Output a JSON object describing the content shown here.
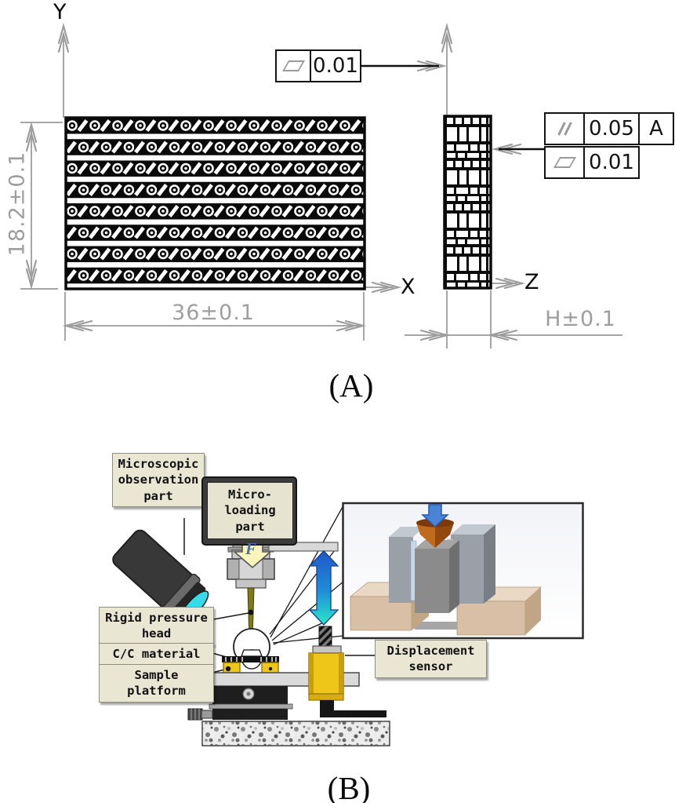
{
  "figure": {
    "panel_a": {
      "caption": "(A)",
      "axis_labels": {
        "x": "X",
        "y": "Y",
        "z": "Z"
      },
      "dimensions": {
        "height": "18.2±0.1",
        "width": "36±0.1",
        "thickness": "H±0.1"
      },
      "tolerance_frames": {
        "top_flatness_value": "0.01",
        "side_parallelism_value": "0.05",
        "side_parallelism_datum": "A",
        "side_flatness_value": "0.01"
      }
    },
    "panel_b": {
      "caption": "(B)",
      "force_label": "F",
      "labels": {
        "microscopic_observation": [
          "Microscopic",
          "observation",
          "part"
        ],
        "micro_loading": [
          "Micro-",
          "loading",
          "part"
        ],
        "rigid_pressure_head": [
          "Rigid pressure",
          "head"
        ],
        "cc_material": [
          "C/C material"
        ],
        "sample_platform": [
          "Sample",
          "platform"
        ],
        "displacement_sensor": [
          "Displacement",
          "sensor"
        ]
      }
    },
    "colors": {
      "drawing_line_gray": "#9c9c9c",
      "label_box_beige": "#eae6d4",
      "lens_cyan": "#35dbe8",
      "needle_olive": "#7d7d18",
      "clamp_sensor_yellow": "#eec61a",
      "motion_arrow_blue": "#2057c8",
      "motion_arrow_cyan": "#2ae8c8",
      "indenter_brown": "#b35a17"
    }
  }
}
